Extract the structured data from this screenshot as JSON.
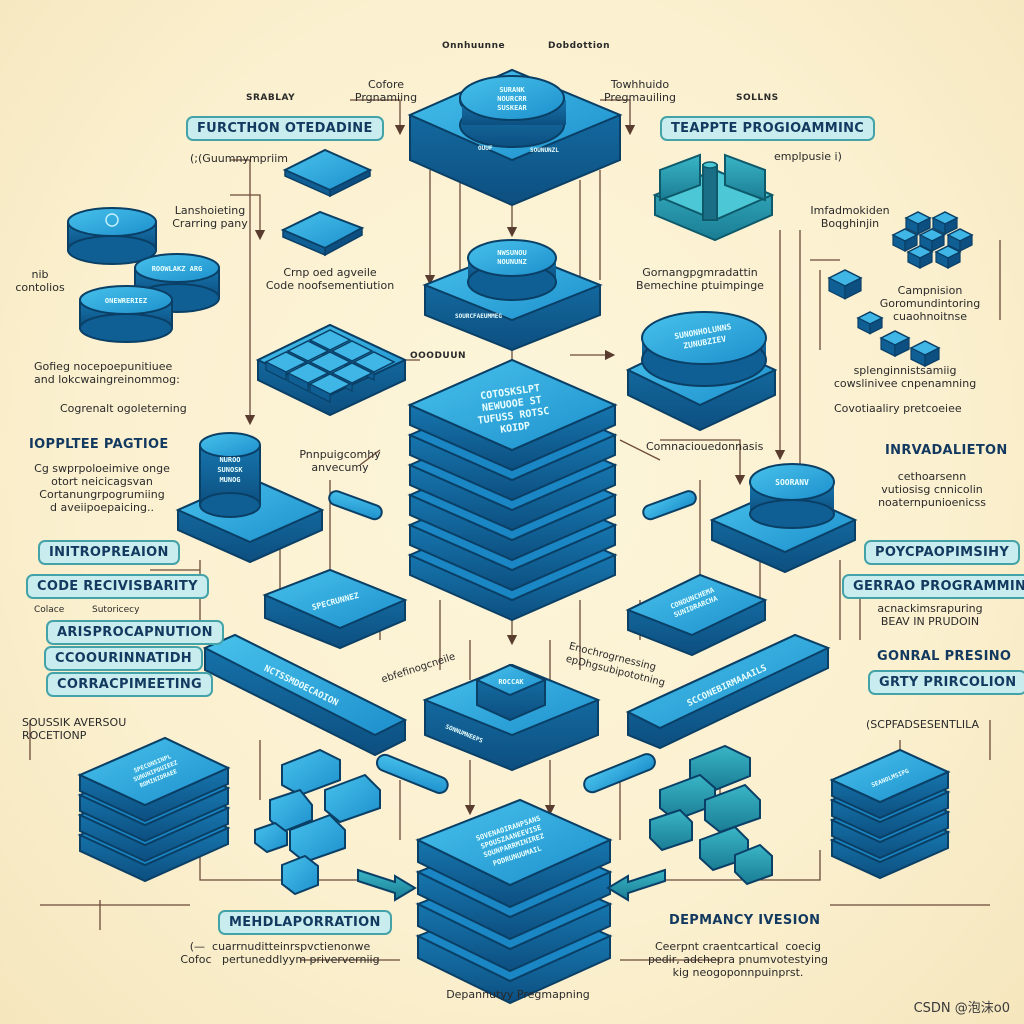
{
  "colors": {
    "block_top": "#2aa3d9",
    "block_side": "#0f5f95",
    "block_edge": "#0a3f66",
    "wire": "#6b4a3a",
    "tag_bg": "#c9ecee",
    "tag_border": "#44a3a9",
    "background": "#fbf0cf"
  },
  "tags": {
    "function_overloading": "FURCTHON OTEDADINE",
    "template_programming": "TEAPPTE PROGIOAMMINC",
    "ioppltee_pagtioe": "IOPPLTEE PAGTIOE",
    "invalidation": "INRVADALIETON",
    "introprefaion": "INITROPREAION",
    "code_recursivity": "CODE RECIVISBARITY",
    "arisprocapnution": "ARISPROCAPNUTION",
    "coorunination": "CCOOURINNATIDH",
    "corracpimeeting": "CORRACPIMEETING",
    "polycapopimsity": "POYCPAOPIMSIHY",
    "generic_programming": "GERRAO PROGRAMMING",
    "gonral_presino": "GONRAL PRESINO",
    "grty_prircolion": "GRTY PRIRCOLION",
    "mehdlaporation": "MEHDLAPORRATION",
    "depmancy_ivesion": "DEPMANCY IVESION"
  },
  "labels": {
    "srablay": "SRABLAY",
    "cofore_programming": "Cofore\nPrgnamiing",
    "onnhuiunne": "Onnhuunne",
    "dobdottion": "Dobdottion",
    "towhhuido_programming": "Towhhuido\nPregmauiling",
    "solins": "SOLLNS",
    "guummymrim": "(;(Guumnympriim",
    "emplpausie": "emplpusie i)",
    "lanshotating": "Lanshoieting\nCrarring pany",
    "infadmokiden": "Imfadmokiden\nBoqghinjin",
    "nib_contolios": "nib\ncontolios",
    "crnp_oed": "Crnp oed agveile\nCode noofsementiution",
    "gornang_prima": "Gornangpgmradattin\nBemechine ptuimpinge",
    "campnision": "Campnision\nGoromundintoring\ncuaohnoitnse",
    "gofieg": "Gofieg nocepoepunitiuee\nand lokcwaingreinommog:",
    "oooduun": "OOODUUN",
    "splenig": "splenginnistsamiig\ncowslinivee cnpenamning",
    "cogrenalt": "Cogrenalt ogoleterning",
    "covotiaaliy": "Covotiaaliry pretcoeiee",
    "cg_supropolemive": "Cg swprpoloeimive onge\notort neicicagsvan\nCortanungrpogrumiing\nd aveiipoepaicing..",
    "comnaciue": "Comnaciouedonnasis",
    "pnnpuigeomhy": "Pnnpuigcomhy\nanvecumy",
    "cethoarsenn": "cethoarsenn\nvutiosisg cnnicolin\nnoaternpunioenicss",
    "acnackim": "acnackimsrapuring\nBEAV IN PRUDOIN",
    "colace": "Colace",
    "sutoriecy": "Sutoricecy",
    "soussik": "SOUSSIK AVERSOU\nROCETIONP",
    "scpfadsesentlila": "(SCPFADSESENTLILA",
    "ebfefinogencile": "ebfefinogcneile",
    "enochrogrnessing": "Enochrogrnessing\nepDhgsubipototning",
    "ceuarrnuditt": "(—  cuarrnuditteinrspvctienonwe\nCofoc   pertuneddlyym priververniig",
    "ceerpnt": "Ceerpnt craentcartical  coecig\npedir, adchepra pnumvotestying\nkig neogoponnpuinprst.",
    "depannutyy": "Depannutyy Pregmapning"
  },
  "blocks": {
    "top_round": "SURANK\nNOURCRR\nSUSKEAR",
    "top_plate_left": "OUUF",
    "top_plate_right": "SOUNUNZL",
    "mid_round": "NWSUNOU\nNOUNUNZ",
    "mid_plate": "SOURCFAEUMMEG",
    "center_stack": "COTOSKSLPT\nNEWUOOE ST\nTUFUSS  ROTSC\nKOIDP",
    "right_round": "SUNONHOLUNNS\nZUNUBZIEV",
    "left_round_a": "ROOWLAKZ ARG",
    "left_round_b": "ONEWRERIEZ",
    "left_hub": "NUROO\nSUNOSK\nMUNOG",
    "right_hub": "SOORANV",
    "left_beam": "NCTSSMDOECAOION",
    "right_beam": "SCCONEBIRMAAAILS",
    "left_plate": "SPECRUNNEZ",
    "right_plate": "CONOUNCHEMA\nSUNIDRARCHA",
    "small_cube": "ROCCAK",
    "small_plate": "SONNUMNEEPS",
    "bottom_stack": "SOVENAOIRANPSANS\nSPOUSZAANEEVISE\nSOUNPARRMINIREZ\nPODRUNUUMAIL",
    "left_stack": "SPECONSINPL\nSUNUNIPDUIEEZ\nROMINIDRAEE",
    "right_stack": "SEANOLMSIPG"
  },
  "watermark": "CSDN @泡沫o0"
}
